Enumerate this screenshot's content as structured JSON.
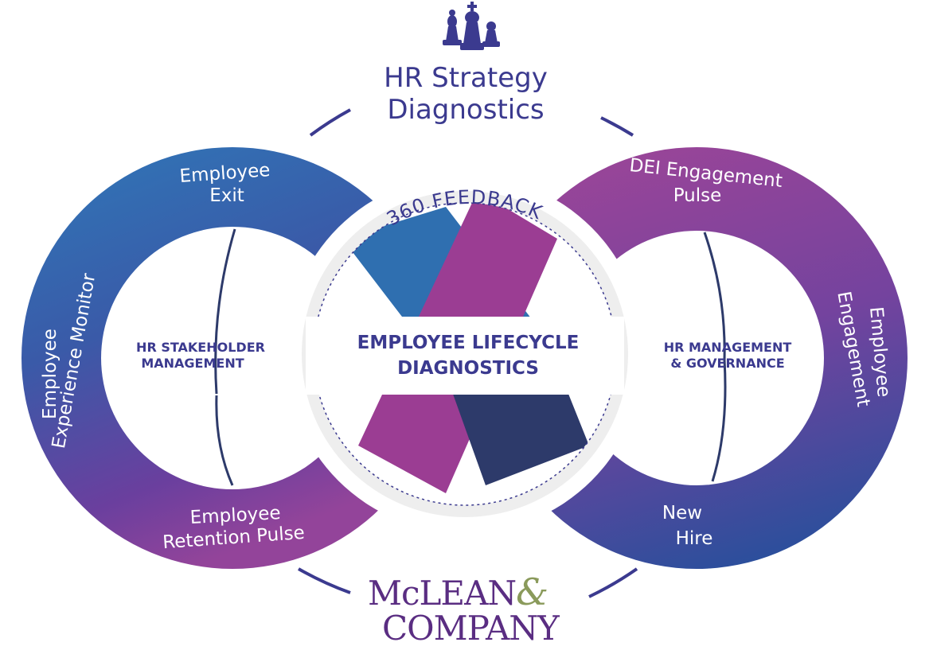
{
  "title": {
    "line1": "HR Strategy",
    "line2": "Diagnostics"
  },
  "center": {
    "ring_label": "360 FEEDBACK",
    "line1": "EMPLOYEE LIFECYCLE",
    "line2": "DIAGNOSTICS"
  },
  "left_loop": {
    "inner_line1": "HR STAKEHOLDER",
    "inner_line2": "MANAGEMENT",
    "seg_top_line1": "Employee",
    "seg_top_line2": "Exit",
    "seg_side_line1": "Employee",
    "seg_side_line2": "Experience Monitor",
    "seg_bottom_line1": "Employee",
    "seg_bottom_line2": "Retention Pulse"
  },
  "right_loop": {
    "inner_line1": "HR MANAGEMENT",
    "inner_line2": "& GOVERNANCE",
    "seg_top_line1": "DEI Engagement",
    "seg_top_line2": "Pulse",
    "seg_side_line1": "Employee",
    "seg_side_line2": "Engagement",
    "seg_bottom_line1": "New",
    "seg_bottom_line2": "Hire"
  },
  "logo": {
    "line1": "McLEAN",
    "ampersand": "&",
    "line2": "COMPANY"
  },
  "icons": [
    "chess-pieces-icon"
  ],
  "colors": {
    "navy": "#3b3a8f",
    "blue": "#2f6fb0",
    "purple": "#8a3f98",
    "magenta": "#9b3d93",
    "dark_navy": "#2d3a6a",
    "logo_purple": "#5a2d82",
    "logo_green": "#8a9a5b"
  }
}
